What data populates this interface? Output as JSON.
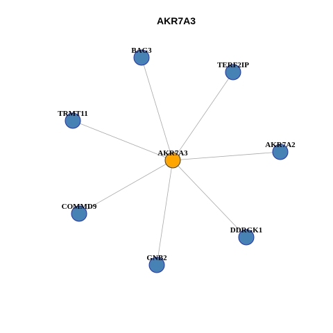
{
  "title": "AKR7A3",
  "colors": {
    "center_fill": "#FFA500",
    "center_stroke": "#3a3a3a",
    "node_fill": "#4682B4",
    "node_stroke": "#1f2fbf",
    "edge": "#a8a8a8"
  },
  "center": {
    "id": "AKR7A3",
    "label": "AKR7A3"
  },
  "neighbors": [
    {
      "id": "BAG3",
      "label": "BAG3"
    },
    {
      "id": "TERF2IP",
      "label": "TERF2IP"
    },
    {
      "id": "TRMT11",
      "label": "TRMT11"
    },
    {
      "id": "AKR7A2",
      "label": "AKR7A2"
    },
    {
      "id": "COMMD9",
      "label": "COMMD9"
    },
    {
      "id": "DDRGK1",
      "label": "DDRGK1"
    },
    {
      "id": "GNB2",
      "label": "GNB2"
    }
  ],
  "edges": [
    [
      "AKR7A3",
      "BAG3"
    ],
    [
      "AKR7A3",
      "TERF2IP"
    ],
    [
      "AKR7A3",
      "TRMT11"
    ],
    [
      "AKR7A3",
      "AKR7A2"
    ],
    [
      "AKR7A3",
      "COMMD9"
    ],
    [
      "AKR7A3",
      "DDRGK1"
    ],
    [
      "AKR7A3",
      "GNB2"
    ]
  ]
}
